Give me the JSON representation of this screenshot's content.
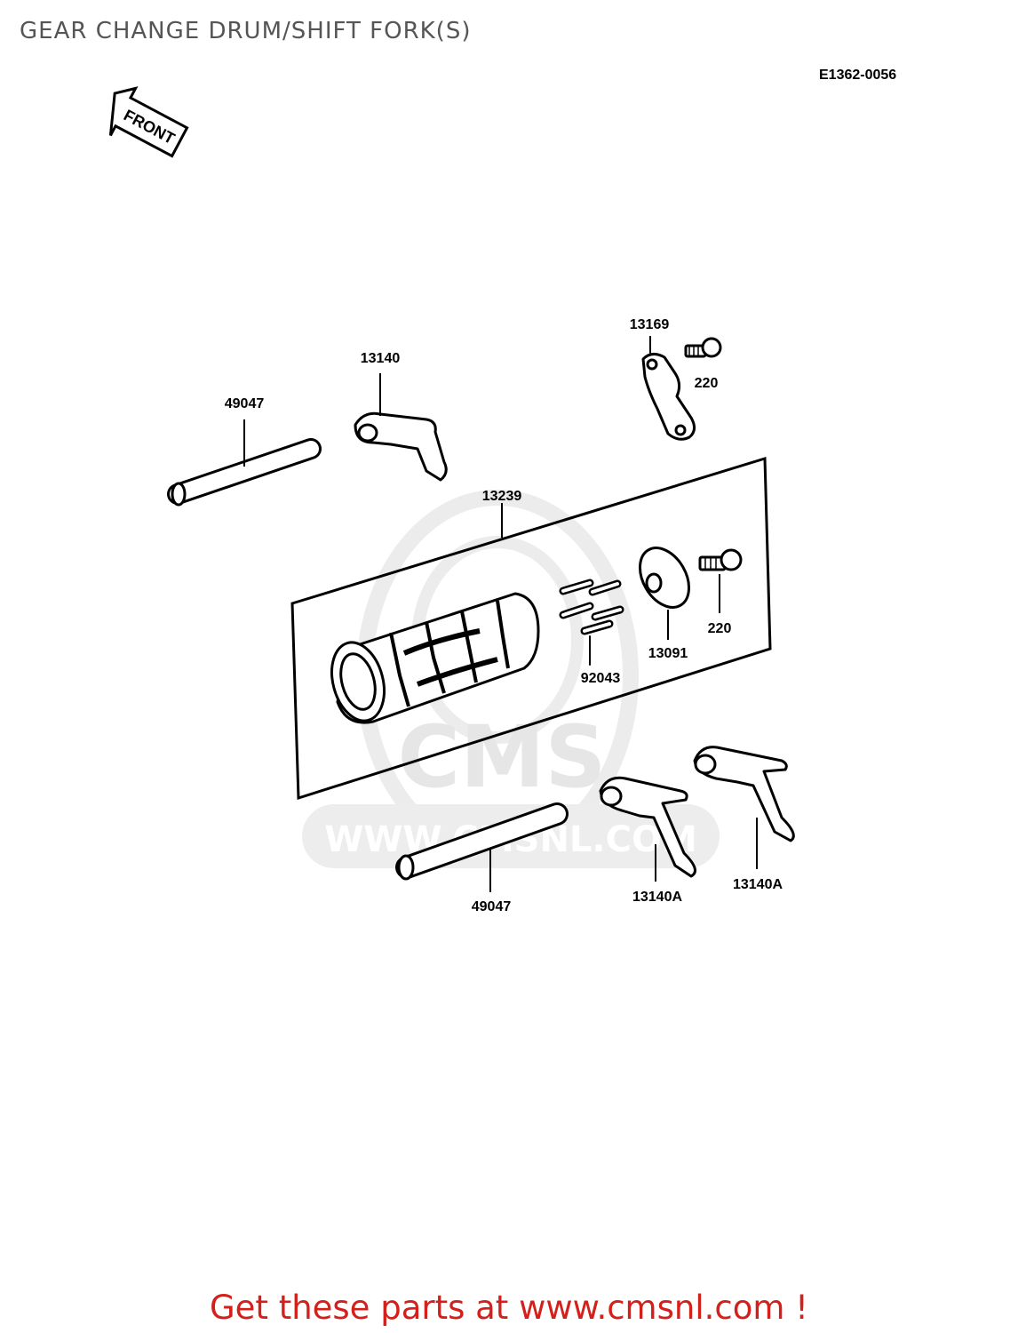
{
  "header": {
    "title": "GEAR CHANGE DRUM/SHIFT FORK(S)",
    "diagram_code": "E1362-0056"
  },
  "orientation": {
    "front_label": "FRONT"
  },
  "parts": {
    "shift_rod_upper": "49047",
    "shift_fork_upper": "13140",
    "guide_plate": "13169",
    "bolt_upper": "220",
    "drum_assembly": "13239",
    "pins": "92043",
    "pin_holder": "13091",
    "bolt_lower": "220",
    "shift_rod_lower": "49047",
    "shift_fork_a_left": "13140A",
    "shift_fork_a_right": "13140A"
  },
  "watermark": {
    "text": "WWW.CMSNL.COM"
  },
  "footer": {
    "cta": "Get these parts at www.cmsnl.com !"
  },
  "colors": {
    "cta": "#d4201a",
    "title": "#555555",
    "watermark": "#e6e6e6"
  }
}
